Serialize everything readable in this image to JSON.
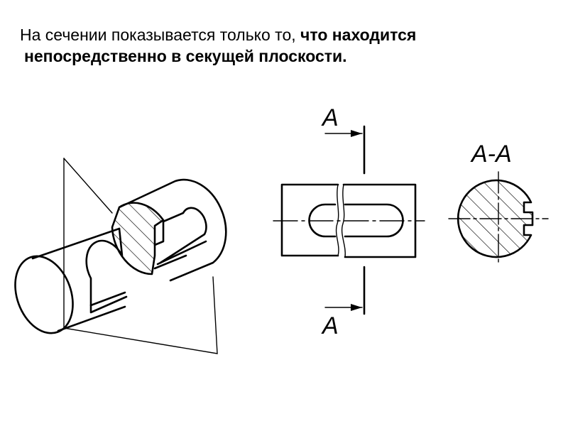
{
  "heading": {
    "normal_part": "На сечении показывается только то, ",
    "bold_part_1": "что находится",
    "bold_part_2": "непосредственно в секущей плоскости."
  },
  "labels": {
    "section_mark_top": "A",
    "section_mark_bottom": "A",
    "section_title": "A-A"
  }
}
